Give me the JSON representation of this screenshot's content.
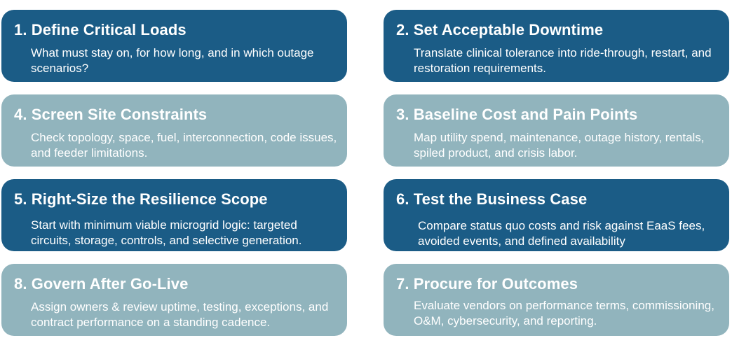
{
  "colors": {
    "dark": "#1b5c86",
    "light": "#91b4bd",
    "text": "#ffffff"
  },
  "steps": [
    {
      "number": 1,
      "title": "1. Define Critical Loads",
      "description": "What must stay on, for how long, and in which outage scenarios?",
      "style": "dark"
    },
    {
      "number": 2,
      "title": "2. Set Acceptable Downtime",
      "description": "Translate clinical tolerance into ride-through, restart, and restoration requirements.",
      "style": "dark"
    },
    {
      "number": 3,
      "title": "3. Baseline Cost and Pain Points",
      "description": "Map utility spend, maintenance, outage history, rentals, spiled product, and crisis labor.",
      "style": "light"
    },
    {
      "number": 4,
      "title": "4. Screen Site Constraints",
      "description": "Check topology, space, fuel, interconnection, code issues, and feeder limitations.",
      "style": "light"
    },
    {
      "number": 5,
      "title": "5. Right-Size the Resilience Scope",
      "description": "Start with minimum viable microgrid logic: targeted circuits, storage, controls, and selective generation.",
      "style": "dark"
    },
    {
      "number": 6,
      "title": "6. Test the Business Case",
      "description": "Compare status quo costs and risk against EaaS fees, avoided events, and defined availability",
      "style": "dark"
    },
    {
      "number": 7,
      "title": "7. Procure for Outcomes",
      "description": "Evaluate vendors on performance terms, commissioning, O&M, cybersecurity, and reporting.",
      "style": "light"
    },
    {
      "number": 8,
      "title": "8. Govern After Go-Live",
      "description": "Assign owners & review uptime, testing, exceptions, and contract performance on a standing cadence.",
      "style": "light"
    }
  ]
}
